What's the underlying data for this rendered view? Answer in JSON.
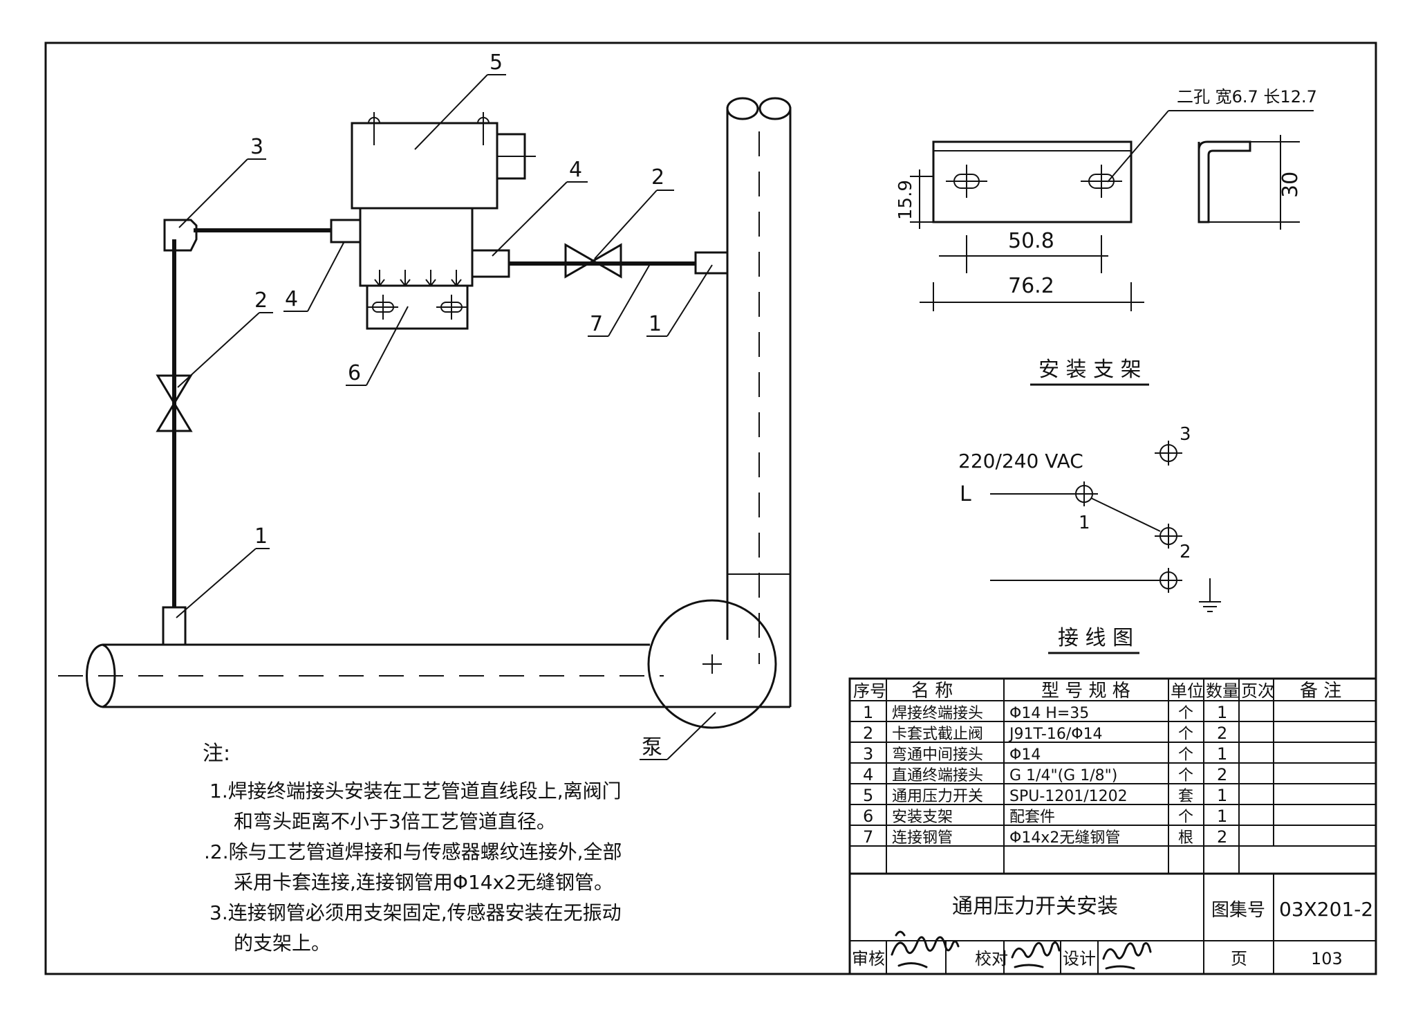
{
  "callouts": {
    "c1_left": "1",
    "c1_right": "1",
    "c2_left": "2",
    "c2_right": "2",
    "c3": "3",
    "c4_left": "4",
    "c4_right": "4",
    "c5": "5",
    "c6": "6",
    "c7": "7",
    "pump": "泵"
  },
  "bracket": {
    "holes_note": "二孔  宽6.7  长12.7",
    "dim_height": "15.9",
    "dim_hole_spacing": "50.8",
    "dim_length": "76.2",
    "dim_side": "30",
    "caption": "安 装 支 架"
  },
  "wiring": {
    "voltage": "220/240  VAC",
    "line": "L",
    "t1": "1",
    "t2": "2",
    "t3": "3",
    "caption": "接 线 图"
  },
  "notes": {
    "heading": "注:",
    "n1_a": "1.焊接终端接头安装在工艺管道直线段上,离阀门",
    "n1_b": "和弯头距离不小于3倍工艺管道直径。",
    "n2_a": ".2.除与工艺管道焊接和与传感器螺纹连接外,全部",
    "n2_b": "采用卡套连接,连接钢管用Φ14x2无缝钢管。",
    "n3_a": "3.连接钢管必须用支架固定,传感器安装在无振动",
    "n3_b": "的支架上。"
  },
  "table": {
    "headers": [
      "序号",
      "名  称",
      "型 号 规 格",
      "单位",
      "数量",
      "页次",
      "备  注"
    ],
    "rows": [
      [
        "1",
        "焊接终端接头",
        "Φ14   H=35",
        "个",
        "1"
      ],
      [
        "2",
        "卡套式截止阀",
        "J91T-16/Φ14",
        "个",
        "2"
      ],
      [
        "3",
        "弯通中间接头",
        "Φ14",
        "个",
        "1"
      ],
      [
        "4",
        "直通终端接头",
        "G 1/4\"(G 1/8\")",
        "个",
        "2"
      ],
      [
        "5",
        "通用压力开关",
        "SPU-1201/1202",
        "套",
        "1"
      ],
      [
        "6",
        "安装支架",
        "配套件",
        "个",
        "1"
      ],
      [
        "7",
        "连接钢管",
        "Φ14x2无缝钢管",
        "根",
        "2"
      ]
    ]
  },
  "titleblock": {
    "drawing_title": "通用压力开关安装",
    "atlas_label": "图集号",
    "atlas_no": "03X201-2",
    "review": "审核",
    "check": "校对",
    "design": "设计",
    "page_label": "页",
    "page_no": "103"
  }
}
